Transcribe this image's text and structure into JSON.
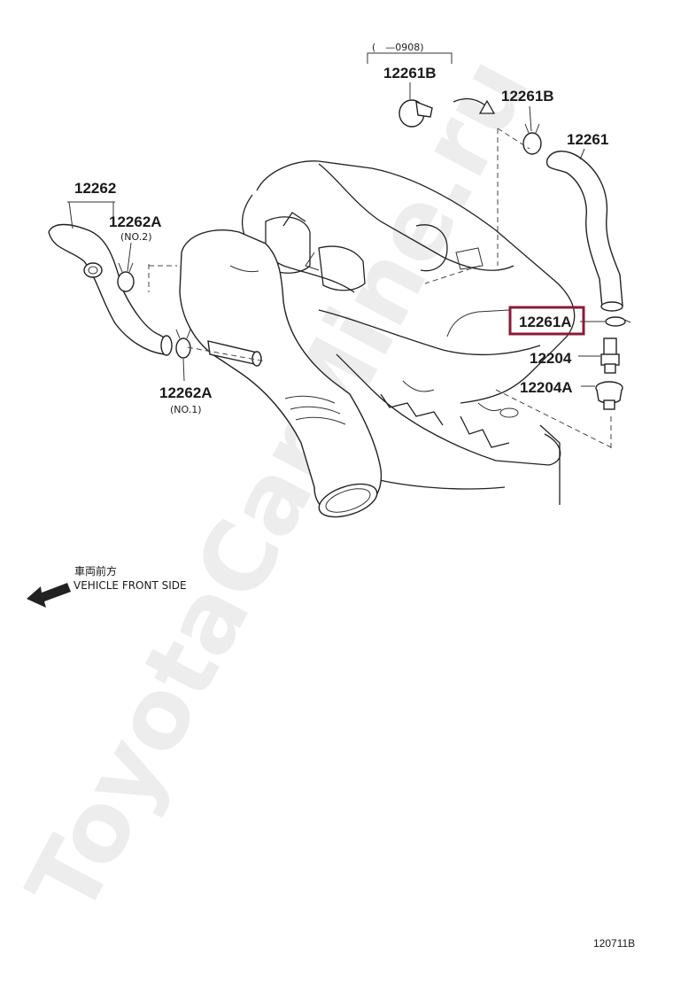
{
  "diagram": {
    "watermark": "ToyotaCarMine.ru",
    "parts": {
      "group_top_date": "(　—0908)",
      "p12261B_top": "12261B",
      "p12261B_right": "12261B",
      "p12261": "12261",
      "p12262": "12262",
      "p12262A_no2": "12262A",
      "p12262A_no2_sub": "(NO.2)",
      "p12262A_no1": "12262A",
      "p12262A_no1_sub": "(NO.1)",
      "p12261A": "12261A",
      "p12204": "12204",
      "p12204A": "12204A"
    },
    "direction_note": {
      "japanese": "車両前方",
      "english": "VEHICLE FRONT SIDE"
    },
    "reference_code": "120711B",
    "highlight_color": "#8b1a3a"
  }
}
